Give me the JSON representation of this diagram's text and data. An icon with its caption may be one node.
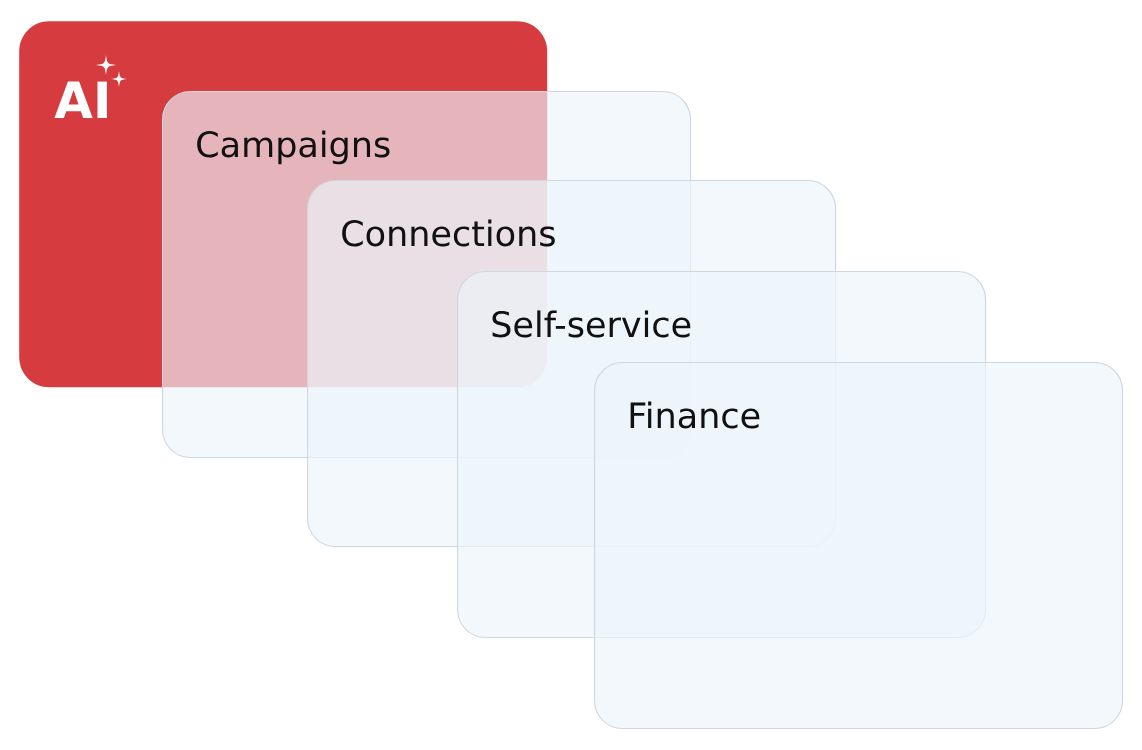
{
  "diagram": {
    "nodes": [
      {
        "text": [
          "AI"
        ]
      },
      {
        "text": [
          "Campaigns"
        ]
      },
      {
        "text": [
          "Connections"
        ]
      },
      {
        "text": [
          "Self-service"
        ]
      },
      {
        "text": [
          "Finance"
        ]
      }
    ]
  }
}
